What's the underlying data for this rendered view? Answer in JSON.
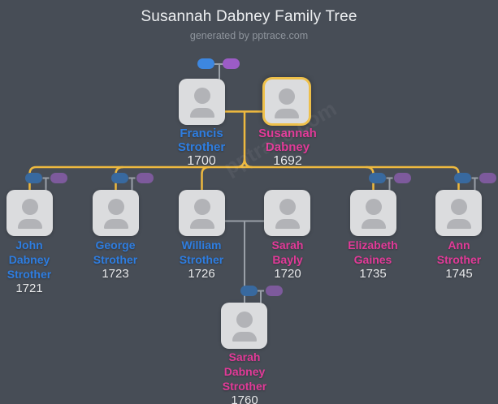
{
  "title": "Susannah Dabney Family Tree",
  "subtitle": "generated by pptrace.com",
  "watermark": "pptrace.com",
  "colors": {
    "background": "#474d56",
    "card_fill": "#dbdcde",
    "card_person": "#b2b3b7",
    "highlight_gold": "#eec04a",
    "line_gold": "#eeb93f",
    "line_gray": "#9aa0a8",
    "male_text": "#2e7de0",
    "female_text": "#e23a98",
    "year_text": "#e9eaec",
    "icon_blue_bright": "#3d87e0",
    "icon_purple_bright": "#9c5cc6",
    "icon_blue_muted": "#38699f",
    "icon_purple_muted": "#7d5a9c",
    "title_text": "#eef0f2",
    "subtitle_text": "#8e949c"
  },
  "people": [
    {
      "name": "Francis\nStrother",
      "year": "1700",
      "gender": "male",
      "highlighted": false
    },
    {
      "name": "Susannah\nDabney",
      "year": "1692",
      "gender": "female",
      "highlighted": true
    },
    {
      "name": "John\nDabney\nStrother",
      "year": "1721",
      "gender": "male",
      "highlighted": false
    },
    {
      "name": "George\nStrother",
      "year": "1723",
      "gender": "male",
      "highlighted": false
    },
    {
      "name": "William\nStrother",
      "year": "1726",
      "gender": "male",
      "highlighted": false
    },
    {
      "name": "Sarah\nBayly",
      "year": "1720",
      "gender": "female",
      "highlighted": false
    },
    {
      "name": "Elizabeth\nGaines",
      "year": "1735",
      "gender": "female",
      "highlighted": false
    },
    {
      "name": "Ann\nStrother",
      "year": "1745",
      "gender": "female",
      "highlighted": false
    },
    {
      "name": "Sarah\nDabney\nStrother",
      "year": "1760",
      "gender": "female",
      "highlighted": false
    }
  ],
  "relationships": {
    "marriages": [
      {
        "partners": [
          "Francis Strother",
          "Susannah Dabney"
        ],
        "children": [
          "John Dabney Strother",
          "George Strother",
          "William Strother",
          "Sarah Bayly",
          "Elizabeth Gaines",
          "Ann Strother"
        ]
      },
      {
        "partners": [
          "William Strother",
          "Sarah Bayly"
        ],
        "children": [
          "Sarah Dabney Strother"
        ]
      }
    ]
  }
}
